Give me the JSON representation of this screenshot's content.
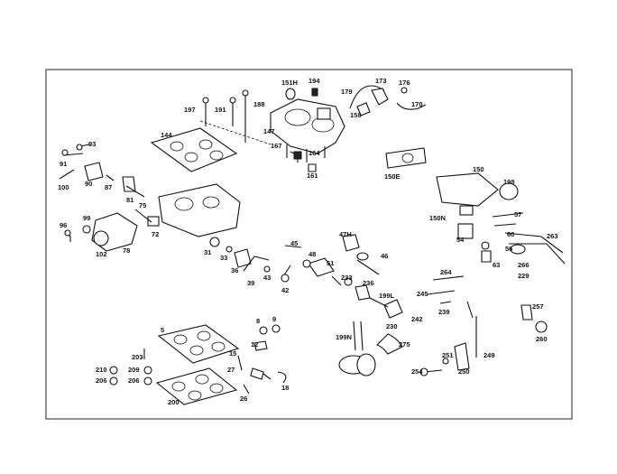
{
  "diagram": {
    "part_labels": [
      "151H",
      "194",
      "179",
      "173",
      "176",
      "197",
      "191",
      "188",
      "158",
      "170",
      "147",
      "93",
      "144",
      "167",
      "164",
      "91",
      "161",
      "100",
      "90",
      "87",
      "81",
      "150E",
      "150",
      "198",
      "75",
      "150N",
      "57",
      "96",
      "99",
      "72",
      "60",
      "263",
      "102",
      "78",
      "54",
      "56",
      "47H",
      "63",
      "266",
      "229",
      "45",
      "48",
      "31",
      "33",
      "51",
      "46",
      "36",
      "43",
      "39",
      "42",
      "233",
      "236",
      "264",
      "199L",
      "245",
      "257",
      "242",
      "239",
      "230",
      "8",
      "9",
      "5",
      "199N",
      "275",
      "260",
      "12",
      "203",
      "15",
      "251",
      "249",
      "210",
      "209",
      "27",
      "254",
      "250",
      "206",
      "206",
      "26",
      "18",
      "200"
    ]
  }
}
